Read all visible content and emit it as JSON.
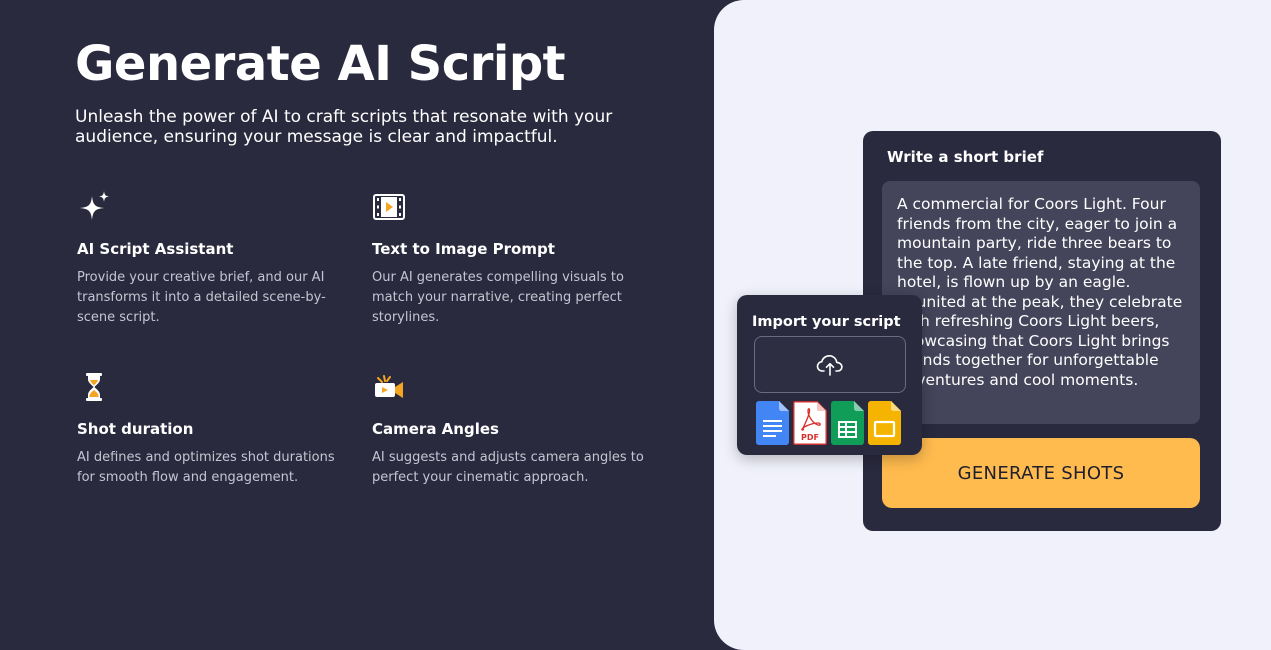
{
  "header": {
    "title": "Generate AI Script",
    "subtitle": "Unleash the power of AI to craft scripts that resonate with your audience, ensuring your message is clear and impactful."
  },
  "features": [
    {
      "icon": "sparkles-icon",
      "name": "AI Script Assistant",
      "description": "Provide your creative brief, and our AI transforms it into a detailed scene-by-scene script."
    },
    {
      "icon": "film-frame-icon",
      "name": "Text to Image Prompt",
      "description": "Our AI generates compelling visuals to match your narrative, creating perfect storylines."
    },
    {
      "icon": "hourglass-icon",
      "name": "Shot duration",
      "description": "AI defines and optimizes shot durations for smooth flow and engagement."
    },
    {
      "icon": "video-camera-icon",
      "name": "Camera Angles",
      "description": "AI suggests and adjusts camera angles to perfect your cinematic approach."
    }
  ],
  "brief": {
    "title": "Write a short brief",
    "text": "A commercial for Coors Light. Four friends from the city, eager to join a mountain party, ride three bears to the top. A late friend, staying at the hotel, is flown up by an eagle. Reunited at the peak, they celebrate with refreshing Coors Light beers, showcasing that Coors Light brings friends together for unforgettable adventures and cool moments.",
    "button_label": "GENERATE SHOTS"
  },
  "import": {
    "title": "Import your script",
    "upload_icon": "cloud-upload-icon",
    "file_types": [
      {
        "icon": "google-docs-icon"
      },
      {
        "icon": "pdf-icon",
        "label": "PDF"
      },
      {
        "icon": "google-sheets-icon"
      },
      {
        "icon": "google-slides-icon"
      }
    ]
  },
  "colors": {
    "background": "#2a2a3e",
    "panel": "#f0f1fb",
    "accent": "#ffbb4e",
    "icon_accent": "#f5a524"
  }
}
